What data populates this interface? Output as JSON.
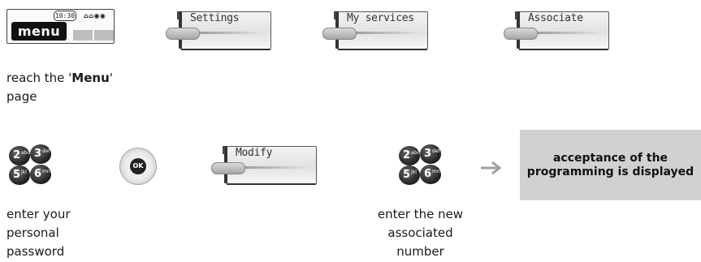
{
  "phone_display": {
    "clock": "10:30",
    "status_icons": "⌂⌂◉◉",
    "menu_label": "menu"
  },
  "softkeys": {
    "settings": "Settings",
    "my_services": "My services",
    "associate": "Associate",
    "modify": "Modify"
  },
  "steps": {
    "reach_menu_prefix": "reach the '",
    "reach_menu_bold": "Menu",
    "reach_menu_suffix": "'",
    "reach_menu_line2": "page",
    "enter_password_1": "enter your",
    "enter_password_2": "personal",
    "enter_password_3": "password",
    "enter_number_1": "enter the new",
    "enter_number_2": "associated",
    "enter_number_3": "number"
  },
  "keys": {
    "k2": "2",
    "k2_sub": "abc",
    "k3": "3",
    "k3_sub": "def",
    "k5": "5",
    "k5_sub": "jkl",
    "k6": "6",
    "k6_sub": "mno"
  },
  "ok_label": "OK",
  "result_text": "acceptance of the programming is displayed"
}
